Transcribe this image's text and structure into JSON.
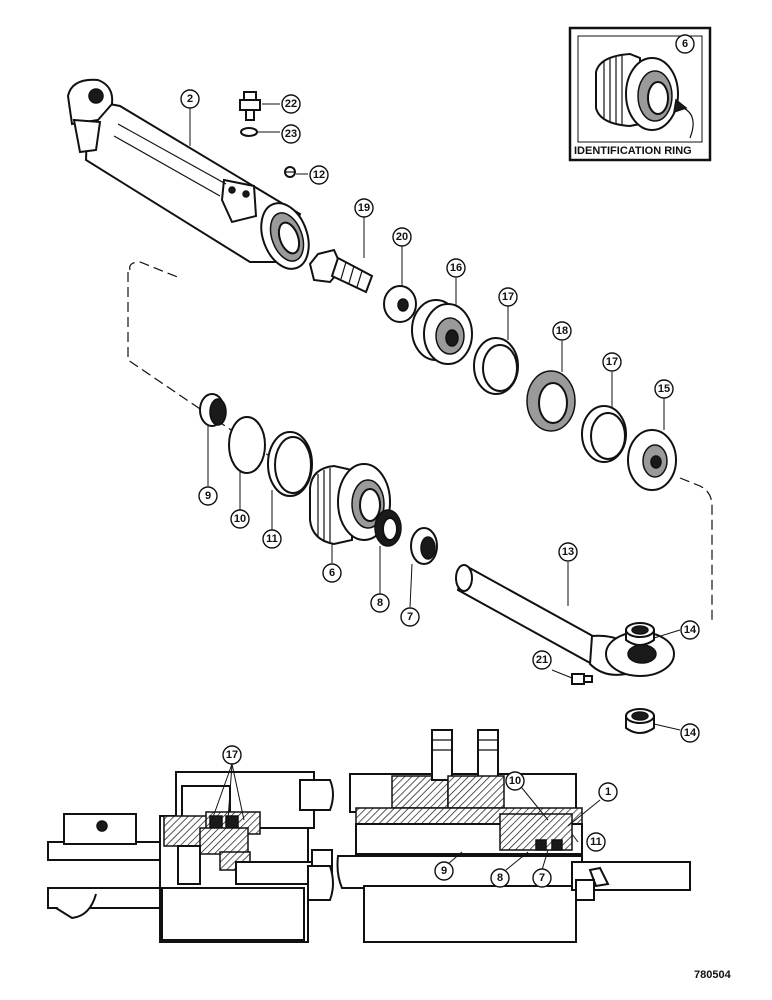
{
  "inset": {
    "caption": "IDENTIFICATION RING",
    "callout": "6"
  },
  "figure_code": "780504",
  "callouts": {
    "c2": "2",
    "c22": "22",
    "c23": "23",
    "c12": "12",
    "c19": "19",
    "c20": "20",
    "c16": "16",
    "c17a": "17",
    "c18": "18",
    "c17b": "17",
    "c15": "15",
    "c9": "9",
    "c10": "10",
    "c11": "11",
    "c6": "6",
    "c8": "8",
    "c7": "7",
    "c13": "13",
    "c14a": "14",
    "c21": "21",
    "c14b": "14",
    "s17": "17",
    "s10": "10",
    "s1": "1",
    "s11": "11",
    "s9": "9",
    "s8": "8",
    "s7": "7"
  }
}
